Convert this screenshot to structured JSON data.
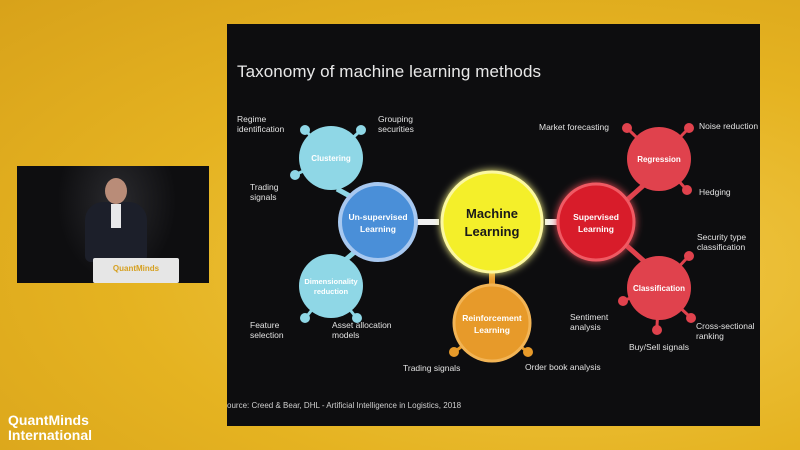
{
  "slide": {
    "title": "Taxonomy of machine learning methods",
    "source": "ource: Creed & Bear, DHL - Artificial Intelligence in Logistics, 2018"
  },
  "colors": {
    "machine_learning": "#f4ef2b",
    "unsupervised": "#5b9fe0",
    "supervised": "#e02a36",
    "reinforcement": "#e79a2a",
    "clustering": "#8fd7e6",
    "regression": "#e0424d"
  },
  "nodes": {
    "machine_learning": [
      "Machine",
      "Learning"
    ],
    "unsupervised": [
      "Un-supervised",
      "Learning"
    ],
    "supervised": [
      "Supervised",
      "Learning"
    ],
    "reinforcement": [
      "Reinforcement",
      "Learning"
    ],
    "clustering": [
      "Clustering"
    ],
    "dimensionality": [
      "Dimensionality",
      "reduction"
    ],
    "regression": [
      "Regression"
    ],
    "classification": [
      "Classification"
    ]
  },
  "labels": {
    "regime_identification": [
      "Regime",
      "identification"
    ],
    "grouping_securities": [
      "Grouping",
      "securities"
    ],
    "trading_signals_cluster": [
      "Trading",
      "signals"
    ],
    "feature_selection": [
      "Feature",
      "selection"
    ],
    "asset_allocation": [
      "Asset allocation",
      "models"
    ],
    "market_forecasting": "Market forecasting",
    "noise_reduction": "Noise reduction",
    "hedging": "Hedging",
    "security_type": [
      "Security type",
      "classification"
    ],
    "sentiment_analysis": [
      "Sentiment",
      "analysis"
    ],
    "cross_sectional": [
      "Cross-sectional",
      "ranking"
    ],
    "buy_sell": "Buy/Sell signals",
    "trading_signals_rl": "Trading signals",
    "order_book": "Order book analysis"
  },
  "video": {
    "podium_logo": "QuantMinds"
  },
  "brand": {
    "line1": "QuantMinds",
    "line2": "International"
  }
}
